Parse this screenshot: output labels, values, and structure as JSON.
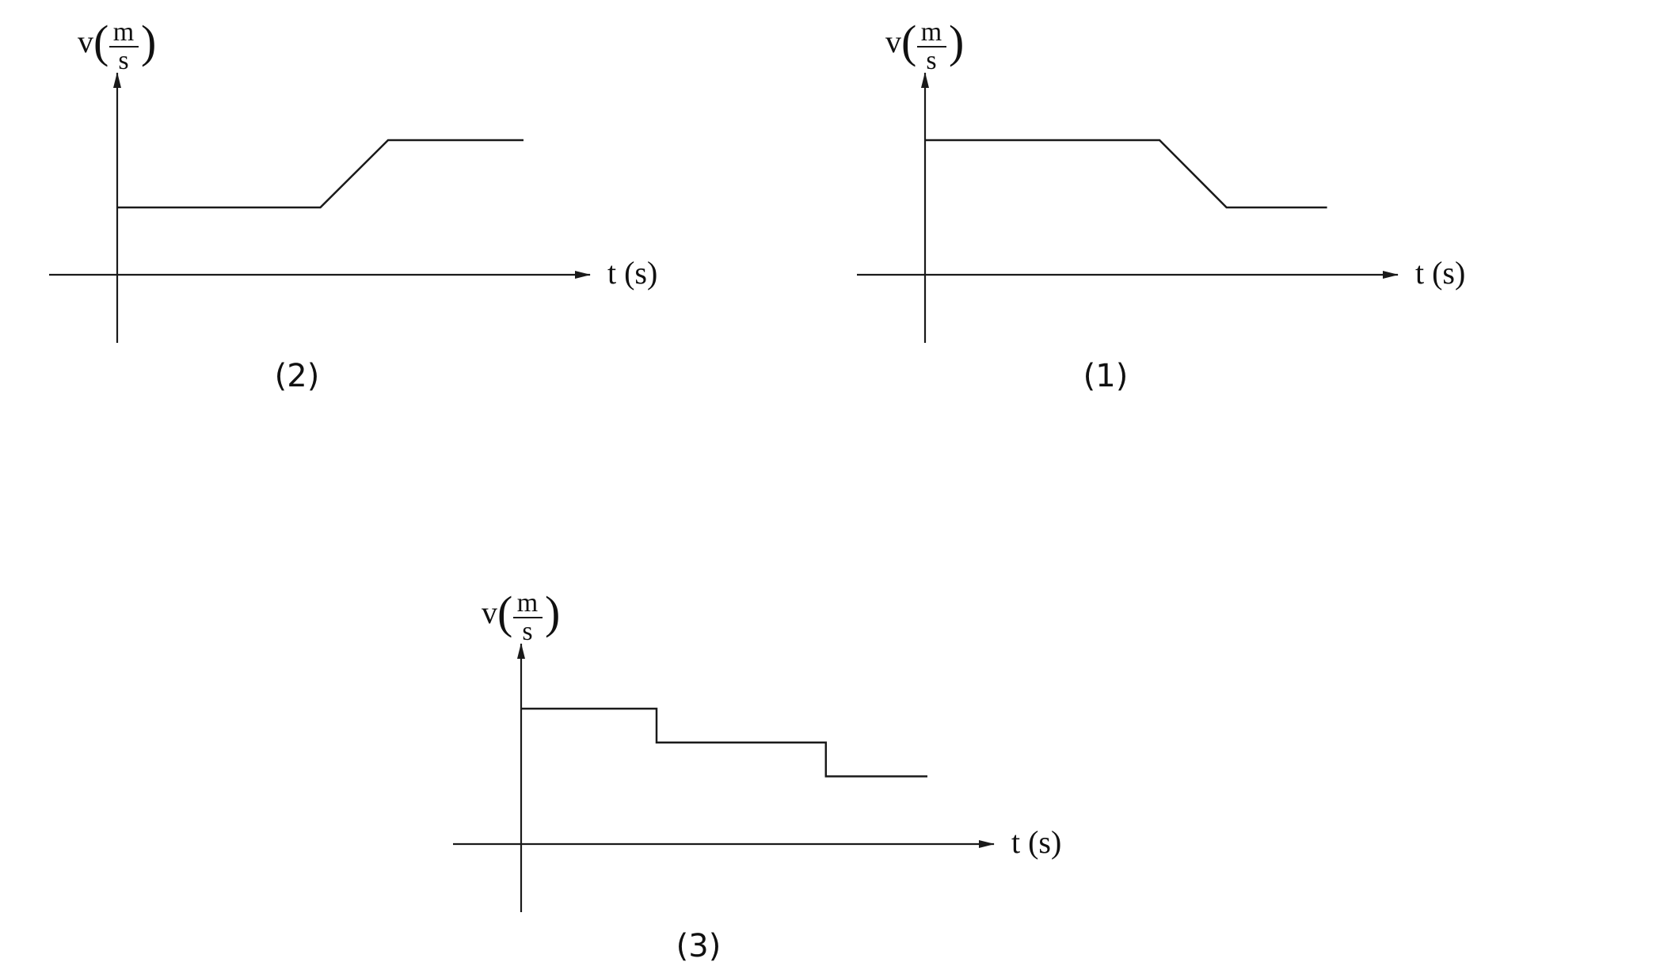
{
  "chart_data": [
    {
      "type": "line",
      "caption": "(2)",
      "ylabel": {
        "symbol": "v",
        "unit_numerator": "m",
        "unit_denominator": "s"
      },
      "xlabel": "t (s)",
      "series": [
        {
          "x": [
            0,
            3,
            4,
            6
          ],
          "y": [
            1,
            1,
            2,
            2
          ]
        }
      ]
    },
    {
      "type": "line",
      "caption": "(1)",
      "ylabel": {
        "symbol": "v",
        "unit_numerator": "m",
        "unit_denominator": "s"
      },
      "xlabel": "t (s)",
      "series": [
        {
          "x": [
            0,
            3.5,
            4.5,
            6
          ],
          "y": [
            2,
            2,
            1,
            1
          ]
        }
      ]
    },
    {
      "type": "line",
      "caption": "(3)",
      "ylabel": {
        "symbol": "v",
        "unit_numerator": "m",
        "unit_denominator": "s"
      },
      "xlabel": "t (s)",
      "series": [
        {
          "x": [
            0,
            2,
            2,
            4.5,
            4.5,
            6
          ],
          "y": [
            2,
            2,
            1.5,
            1.5,
            1,
            1
          ]
        }
      ]
    }
  ]
}
